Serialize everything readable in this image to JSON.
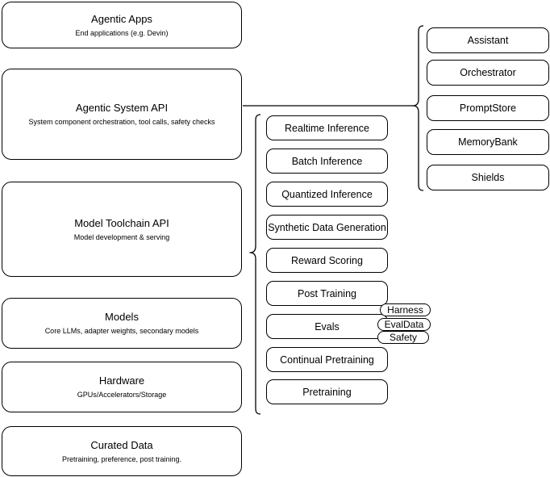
{
  "diagram": {
    "title": "AI Stack Layers Diagram",
    "background_color": "#ffffff",
    "stroke_color": "#000000"
  },
  "layers": [
    {
      "id": "agentic-apps",
      "title": "Agentic Apps",
      "subtitle": "End applications (e.g. Devin)"
    },
    {
      "id": "agentic-system-api",
      "title": "Agentic System API",
      "subtitle": "System component orchestration, tool calls, safety checks"
    },
    {
      "id": "model-toolchain-api",
      "title": "Model Toolchain API",
      "subtitle": "Model development & serving"
    },
    {
      "id": "models",
      "title": "Models",
      "subtitle": "Core LLMs, adapter weights, secondary models"
    },
    {
      "id": "hardware",
      "title": "Hardware",
      "subtitle": "GPUs/Accelerators/Storage"
    },
    {
      "id": "curated-data",
      "title": "Curated Data",
      "subtitle": "Pretraining, preference, post training."
    }
  ],
  "toolchain_items": [
    {
      "id": "realtime-inference",
      "label": "Realtime Inference"
    },
    {
      "id": "batch-inference",
      "label": "Batch Inference"
    },
    {
      "id": "quantized-inference",
      "label": "Quantized Inference"
    },
    {
      "id": "synthetic-data-generation",
      "label": "Synthetic Data Generation"
    },
    {
      "id": "reward-scoring",
      "label": "Reward Scoring"
    },
    {
      "id": "post-training",
      "label": "Post Training"
    },
    {
      "id": "evals",
      "label": "Evals"
    },
    {
      "id": "continual-pretraining",
      "label": "Continual Pretraining"
    },
    {
      "id": "pretraining",
      "label": "Pretraining"
    }
  ],
  "system_items": [
    {
      "id": "assistant",
      "label": "Assistant"
    },
    {
      "id": "orchestrator",
      "label": "Orchestrator"
    },
    {
      "id": "promptstore",
      "label": "PromptStore"
    },
    {
      "id": "memorybank",
      "label": "MemoryBank"
    },
    {
      "id": "shields",
      "label": "Shields"
    }
  ],
  "eval_pills": [
    {
      "id": "harness",
      "label": "Harness"
    },
    {
      "id": "evaldata",
      "label": "EvalData"
    },
    {
      "id": "safety",
      "label": "Safety"
    }
  ]
}
